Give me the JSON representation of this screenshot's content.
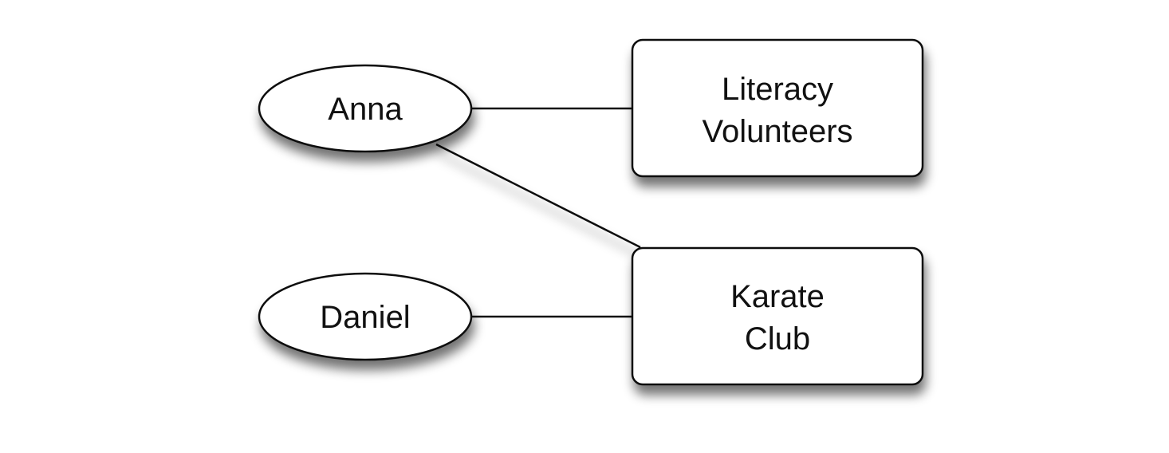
{
  "people": [
    {
      "id": "anna",
      "label": "Anna"
    },
    {
      "id": "daniel",
      "label": "Daniel"
    }
  ],
  "groups": [
    {
      "id": "literacy",
      "lines": [
        "Literacy",
        "Volunteers"
      ]
    },
    {
      "id": "karate",
      "lines": [
        "Karate",
        "Club"
      ]
    }
  ],
  "edges": [
    {
      "from": "anna",
      "to": "literacy"
    },
    {
      "from": "anna",
      "to": "karate"
    },
    {
      "from": "daniel",
      "to": "karate"
    }
  ],
  "colors": {
    "stroke": "#111111",
    "fill": "#ffffff",
    "shadow": "#000000"
  }
}
